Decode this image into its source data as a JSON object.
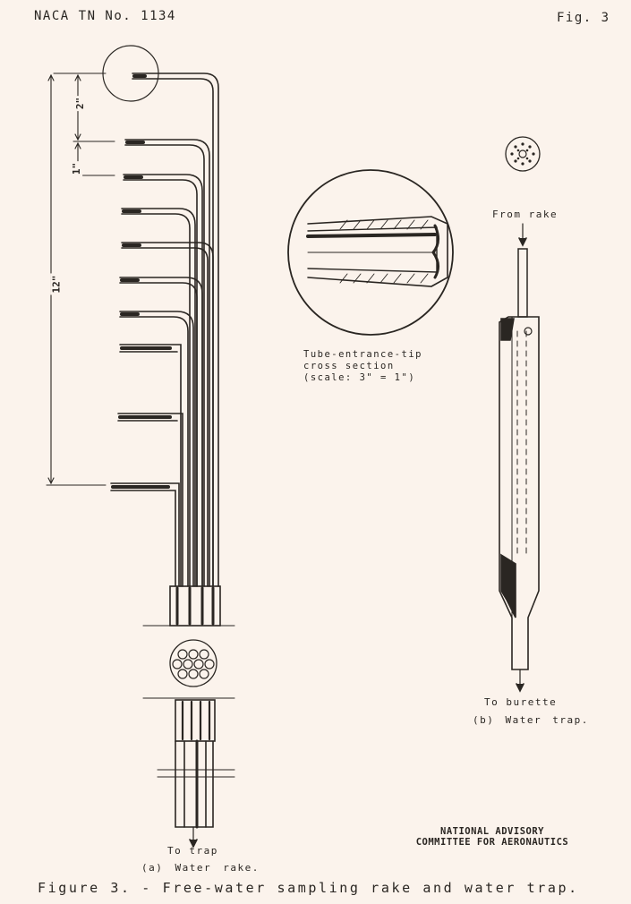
{
  "header": {
    "left": "NACA TN No. 1134",
    "right": "Fig. 3"
  },
  "dimensions": {
    "d2": "2\"",
    "d1": "1\"",
    "d12": "12\""
  },
  "tip_caption": {
    "line1": "Tube-entrance-tip",
    "line2": "cross section",
    "line3": "(scale: 3\" = 1\")"
  },
  "water_trap": {
    "from": "From rake",
    "to": "To burette",
    "caption": "(b) Water trap."
  },
  "water_rake": {
    "to": "To trap",
    "caption": "(a) Water rake."
  },
  "credit": {
    "line1": "NATIONAL ADVISORY",
    "line2": "COMMITTEE FOR AERONAUTICS"
  },
  "figure_caption": "Figure 3. - Free-water sampling rake and water trap."
}
